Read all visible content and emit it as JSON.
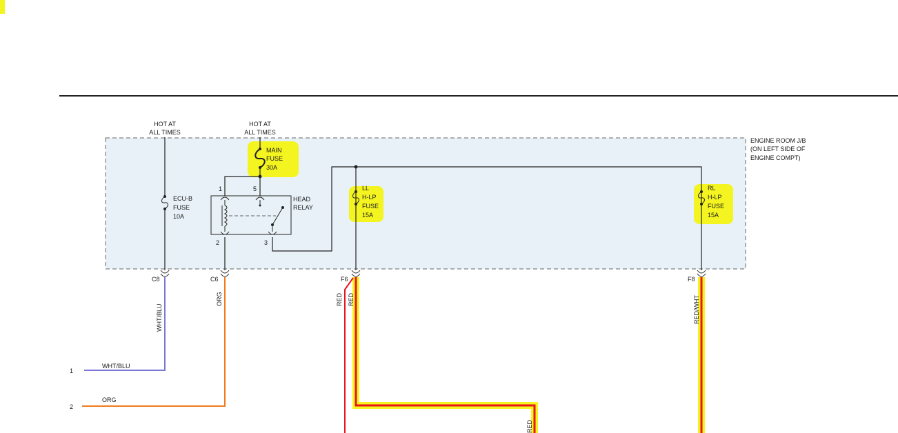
{
  "source_labels": {
    "ecu_b_source": [
      "HOT AT",
      "ALL TIMES"
    ],
    "main_source": [
      "HOT AT",
      "ALL TIMES"
    ]
  },
  "junction_block": {
    "label": [
      "ENGINE ROOM J/B",
      "(ON LEFT SIDE OF",
      "ENGINE COMPT)"
    ]
  },
  "components": {
    "main_fuse": [
      "MAIN",
      "FUSE",
      "30A"
    ],
    "ecu_b_fuse": [
      "ECU-B",
      "FUSE",
      "10A"
    ],
    "head_relay": [
      "HEAD",
      "RELAY"
    ],
    "ll_fuse": [
      "LL",
      "H-LP",
      "FUSE",
      "15A"
    ],
    "rl_fuse": [
      "RL",
      "H-LP",
      "FUSE",
      "15A"
    ]
  },
  "relay_pins": {
    "p1": "1",
    "p5": "5",
    "p2": "2",
    "p3": "3"
  },
  "connectors": {
    "c8": "C8",
    "c6": "C6",
    "f6": "F6",
    "f8": "F8"
  },
  "wire_colors": {
    "c8_wire": "WHT/BLU",
    "c6_wire": "ORG",
    "f6_wire_a": "RED",
    "f6_wire_b": "RED",
    "f8_wire": "RED/WHT",
    "bottom_red": "RED"
  },
  "outputs": [
    {
      "number": "1",
      "label": "WHT/BLU"
    },
    {
      "number": "2",
      "label": "ORG"
    }
  ],
  "colors": {
    "highlight": "#f4f420",
    "jb_fill": "#e8f1f7",
    "wht_blu": "#7b78d8",
    "org": "#f07a1c",
    "red": "#e8141a"
  }
}
